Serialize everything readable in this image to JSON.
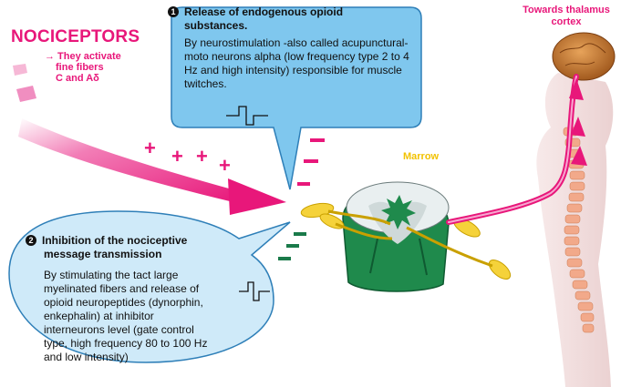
{
  "nociceptors": {
    "title": "NOCICEPTORS",
    "subtitle_line1": "→ They activate",
    "subtitle_line2": "fine fibers",
    "subtitle_line3": "C and Aδ"
  },
  "bubble1": {
    "number": "1",
    "heading_line1": "Release of endogenous opioid",
    "heading_line2": "substances.",
    "body": "By neurostimulation -also called acupunctural- moto neurons alpha (low frequency type 2 to 4 Hz and high intensity) responsible for muscle twitches."
  },
  "bubble2": {
    "number": "2",
    "heading_line1": "Inhibition of the nociceptive",
    "heading_line2": "message transmission",
    "body": "By stimulating the tact large myelinated fibers and release of opioid neuropeptides (dynorphin, enkephalin) at inhibitor interneurons level (gate control type, high frequency 80 to 100 Hz and low intensity)"
  },
  "labels": {
    "marrow": "Marrow",
    "thalamus_line1": "Towards thalamus",
    "thalamus_line2": "cortex"
  },
  "signs": {
    "plus": "+",
    "minus": "–"
  },
  "colors": {
    "pink": "#e8177a",
    "bubble_fill": "#7fc7ee",
    "bubble_stroke": "#2e7fb8",
    "marrow_yellow": "#f2c200",
    "cord_green": "#1f8a4c",
    "minus_green": "#1a7a4a"
  }
}
